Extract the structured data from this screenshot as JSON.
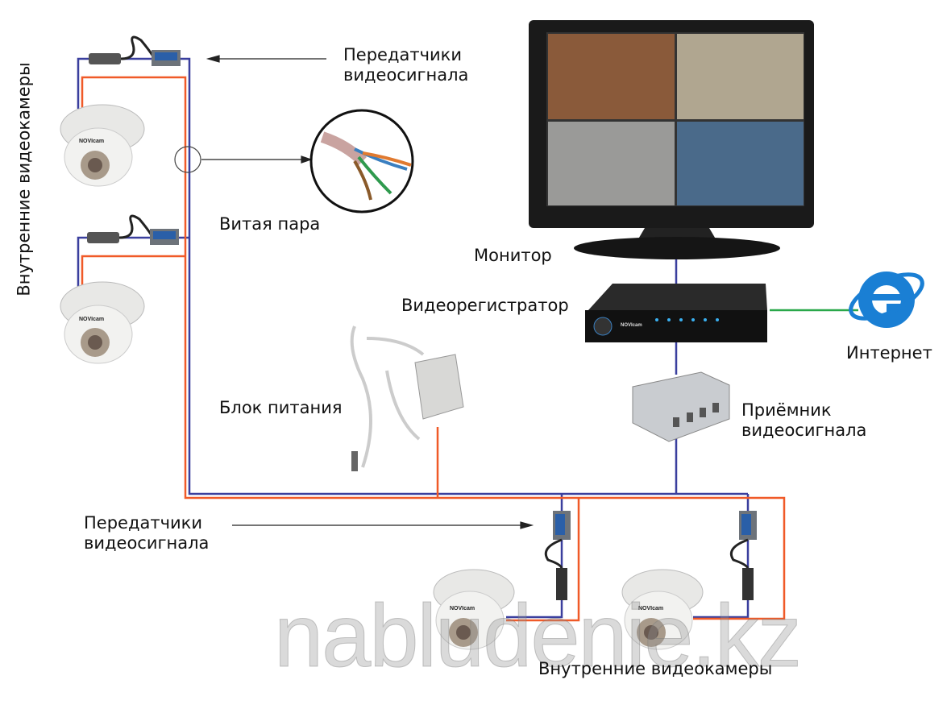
{
  "labels": {
    "transmitters_top": [
      "Передатчики",
      "видеосигнала"
    ],
    "twisted_pair": "Витая пара",
    "monitor": "Монитор",
    "dvr": "Видеорегистратор",
    "internet": "Интернет",
    "power_supply": "Блок питания",
    "receiver": [
      "Приёмник",
      "видеосигнала"
    ],
    "transmitters_bottom": [
      "Передатчики",
      "видеосигнала"
    ],
    "indoor_cameras_left": "Внутренние видеокамеры",
    "indoor_cameras_bottom": "Внутренние видеокамеры"
  },
  "brand_text": "NOVIcam",
  "watermark": "nabludenie.kz",
  "colors": {
    "video_wire": "#3a3f9e",
    "power_wire": "#f05a28",
    "network_wire": "#2aa84a",
    "ie_blue": "#1a7fd4"
  }
}
